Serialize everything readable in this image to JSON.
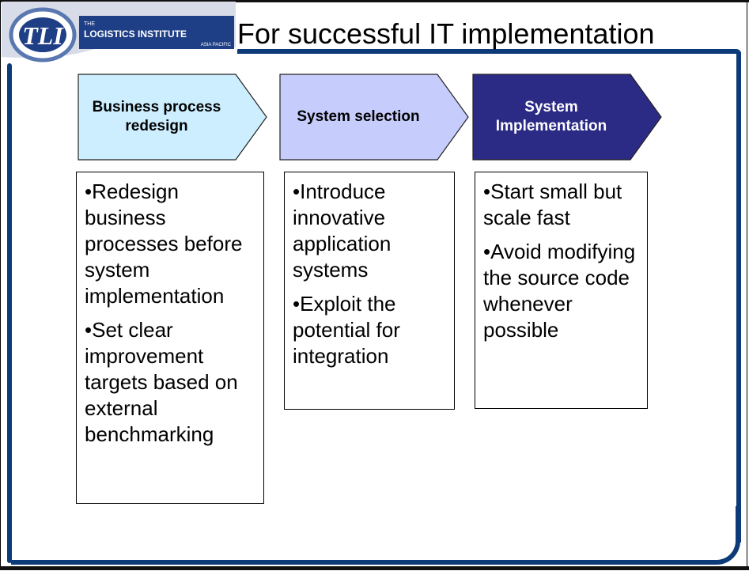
{
  "logo": {
    "acronym": "TLI",
    "small": "THE",
    "name": "LOGISTICS INSTITUTE",
    "region": "ASIA PACIFIC"
  },
  "title": "For successful IT implementation",
  "colors": {
    "chevron_1": "#cdeefe",
    "chevron_2": "#c6cdfc",
    "chevron_3": "#2b2a85",
    "frame": "#0d3a78"
  },
  "stages": [
    {
      "label": "Business process redesign",
      "bullets": [
        "•Redesign business processes before system implementation",
        "•Set clear improvement targets based on external benchmarking"
      ]
    },
    {
      "label": "System selection",
      "bullets": [
        "•Introduce innovative application systems",
        "•Exploit the potential for integration"
      ]
    },
    {
      "label": "System Implementation",
      "bullets": [
        "•Start small but scale fast",
        "•Avoid modifying the source code whenever possible"
      ]
    }
  ]
}
